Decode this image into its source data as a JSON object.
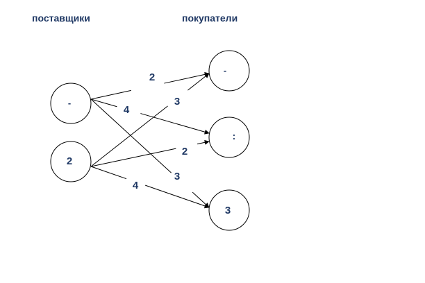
{
  "headers": {
    "suppliers": "поставщики",
    "buyers": "покупатели"
  },
  "nodes": {
    "supplier_1": "-",
    "supplier_2": "2",
    "buyer_1": "-",
    "buyer_2": ":",
    "buyer_3": "3"
  },
  "edges": [
    {
      "from": "supplier_1",
      "to": "buyer_1",
      "label": "2"
    },
    {
      "from": "supplier_1",
      "to": "buyer_2",
      "label": "4"
    },
    {
      "from": "supplier_1",
      "to": "buyer_3",
      "label": "3"
    },
    {
      "from": "supplier_2",
      "to": "buyer_1",
      "label": "3"
    },
    {
      "from": "supplier_2",
      "to": "buyer_2",
      "label": "2"
    },
    {
      "from": "supplier_2",
      "to": "buyer_3",
      "label": "4"
    }
  ],
  "colors": {
    "label": "#1f3864",
    "line": "#000000"
  }
}
